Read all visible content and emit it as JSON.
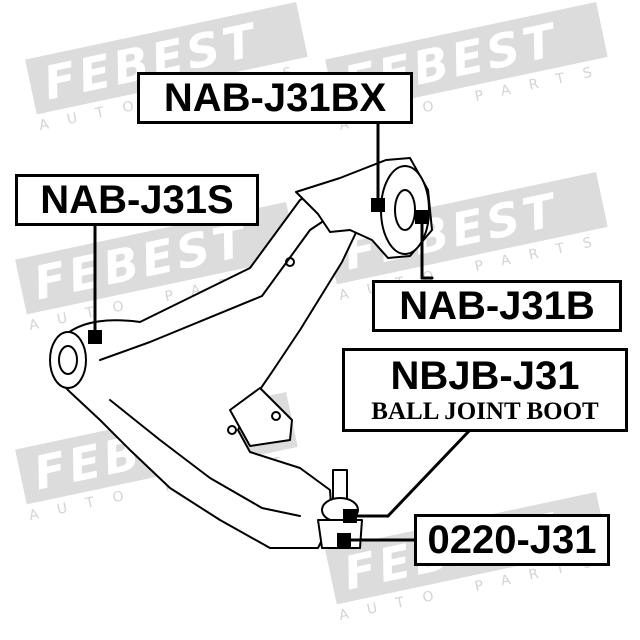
{
  "watermark": {
    "logo": "FEBEST",
    "subtitle": "AUTO PARTS"
  },
  "labels": {
    "nab_j31bx": "NAB-J31BX",
    "nab_j31s": "NAB-J31S",
    "nab_j31b": "NAB-J31B",
    "nbjb_j31": "NBJB-J31",
    "nbjb_j31_desc": "BALL JOINT BOOT",
    "c0220_j31": "0220-J31"
  },
  "colors": {
    "line": "#000000",
    "watermark_band": "#dcdcdc",
    "part_fill": "#ffffff"
  }
}
